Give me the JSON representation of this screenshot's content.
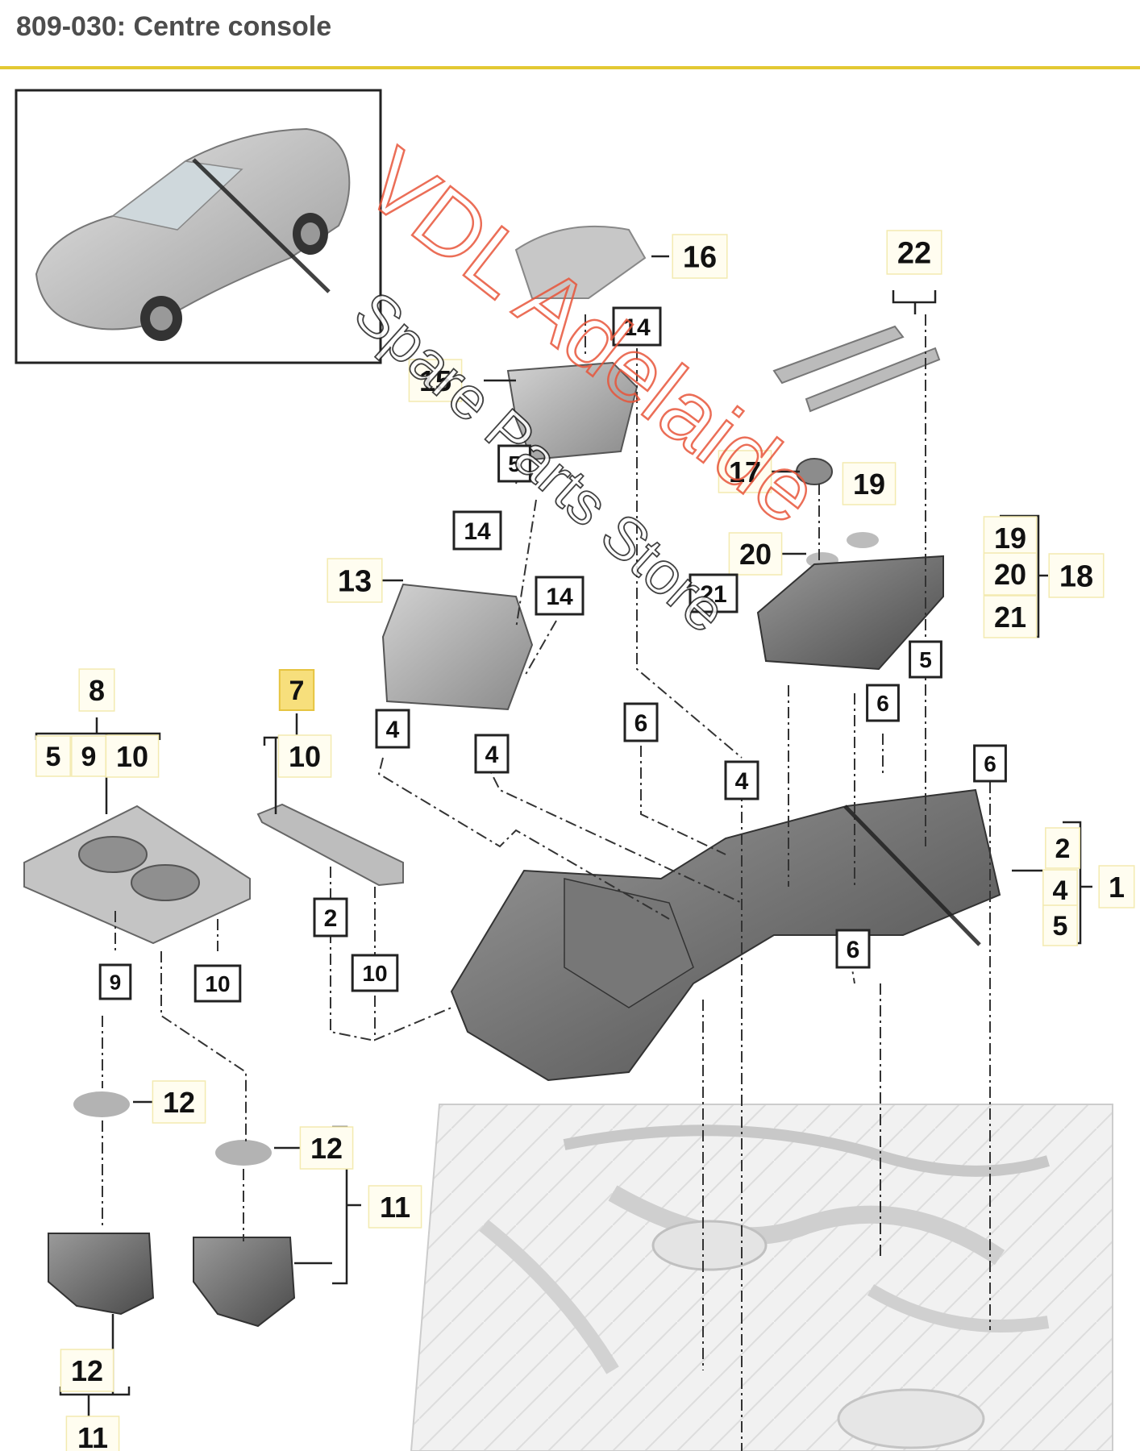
{
  "page": {
    "title": "809-030: Centre console",
    "highlight_color": "#f7df7c",
    "accent_rule_color": "#e3c933"
  },
  "watermark": {
    "line1": "VDL Adelaide",
    "line2": "Spare Parts Store",
    "color": "#e8553a"
  },
  "callouts": [
    {
      "id": "c16",
      "label": "16",
      "style": "plain"
    },
    {
      "id": "c22",
      "label": "22",
      "style": "plain"
    },
    {
      "id": "c14a",
      "label": "14",
      "style": "box"
    },
    {
      "id": "c15",
      "label": "15",
      "style": "plain"
    },
    {
      "id": "c5a",
      "label": "5",
      "style": "box"
    },
    {
      "id": "c17",
      "label": "17",
      "style": "plain"
    },
    {
      "id": "c19a",
      "label": "19",
      "style": "plain"
    },
    {
      "id": "c14b",
      "label": "14",
      "style": "box"
    },
    {
      "id": "c13",
      "label": "13",
      "style": "plain"
    },
    {
      "id": "c14c",
      "label": "14",
      "style": "box"
    },
    {
      "id": "c20a",
      "label": "20",
      "style": "plain"
    },
    {
      "id": "c21a",
      "label": "21",
      "style": "box"
    },
    {
      "id": "c19b",
      "label": "19",
      "style": "plain"
    },
    {
      "id": "c20b",
      "label": "20",
      "style": "plain"
    },
    {
      "id": "c21b",
      "label": "21",
      "style": "plain"
    },
    {
      "id": "c18",
      "label": "18",
      "style": "plain"
    },
    {
      "id": "c5b",
      "label": "5",
      "style": "box"
    },
    {
      "id": "c6a",
      "label": "6",
      "style": "box"
    },
    {
      "id": "c6b",
      "label": "6",
      "style": "box"
    },
    {
      "id": "c8",
      "label": "8",
      "style": "plain"
    },
    {
      "id": "c5c",
      "label": "5",
      "style": "plain"
    },
    {
      "id": "c9a",
      "label": "9",
      "style": "plain"
    },
    {
      "id": "c10a",
      "label": "10",
      "style": "plain"
    },
    {
      "id": "c7",
      "label": "7",
      "style": "highlight"
    },
    {
      "id": "c10b",
      "label": "10",
      "style": "plain"
    },
    {
      "id": "c4a",
      "label": "4",
      "style": "box"
    },
    {
      "id": "c4b",
      "label": "4",
      "style": "box"
    },
    {
      "id": "c6c",
      "label": "6",
      "style": "box"
    },
    {
      "id": "c4c",
      "label": "4",
      "style": "box"
    },
    {
      "id": "c2a",
      "label": "2",
      "style": "plain"
    },
    {
      "id": "c4d",
      "label": "4",
      "style": "plain"
    },
    {
      "id": "c5d",
      "label": "5",
      "style": "plain"
    },
    {
      "id": "c1",
      "label": "1",
      "style": "plain"
    },
    {
      "id": "c2b",
      "label": "2",
      "style": "box"
    },
    {
      "id": "c6d",
      "label": "6",
      "style": "box"
    },
    {
      "id": "c10c",
      "label": "10",
      "style": "box"
    },
    {
      "id": "c9b",
      "label": "9",
      "style": "box"
    },
    {
      "id": "c10d",
      "label": "10",
      "style": "box"
    },
    {
      "id": "c12a",
      "label": "12",
      "style": "plain"
    },
    {
      "id": "c12b",
      "label": "12",
      "style": "plain"
    },
    {
      "id": "c11a",
      "label": "11",
      "style": "plain"
    },
    {
      "id": "c12c",
      "label": "12",
      "style": "plain"
    },
    {
      "id": "c11b",
      "label": "11",
      "style": "plain"
    }
  ]
}
